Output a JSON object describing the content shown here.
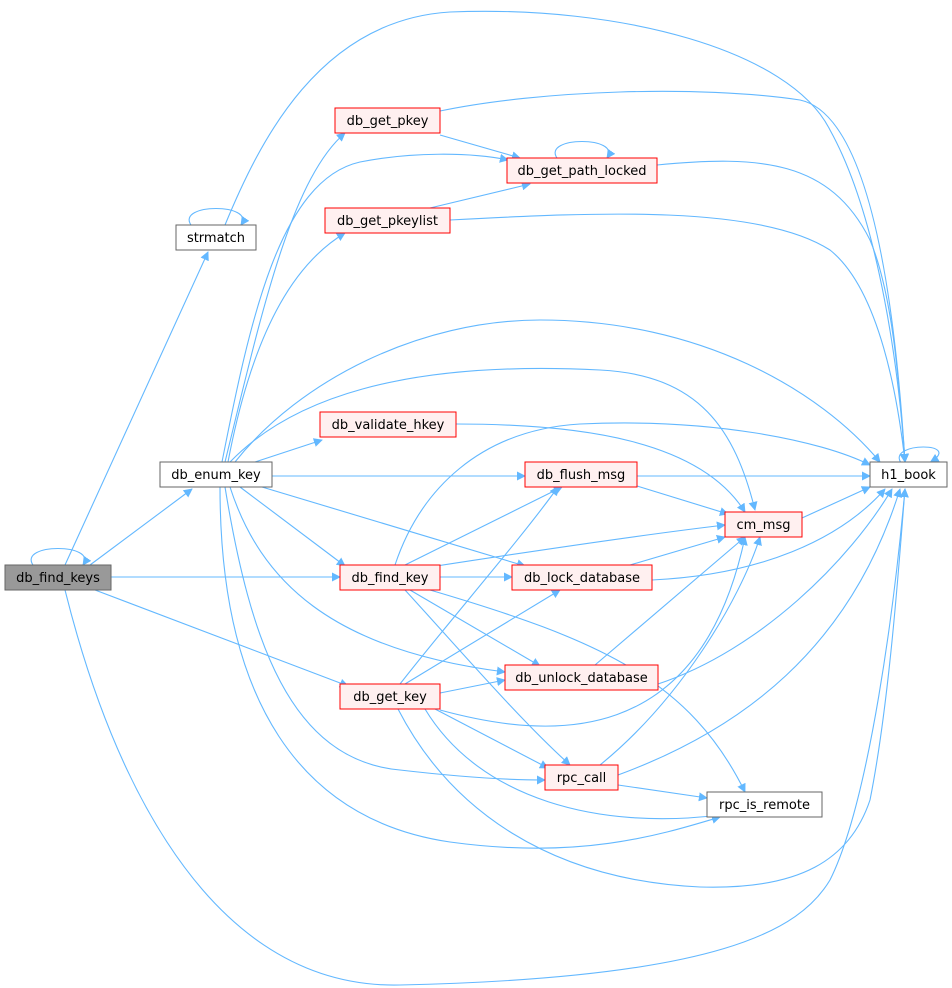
{
  "colors": {
    "edge": "#63b8ff",
    "red_border": "#ff0000",
    "red_fill": "#fff0f0",
    "plain_border": "#666666",
    "root_fill": "#999999"
  },
  "nodes": {
    "db_find_keys": {
      "label": "db_find_keys",
      "style": "root"
    },
    "strmatch": {
      "label": "strmatch",
      "style": "plain"
    },
    "db_enum_key": {
      "label": "db_enum_key",
      "style": "plain"
    },
    "db_get_pkey": {
      "label": "db_get_pkey",
      "style": "red"
    },
    "db_get_path_locked": {
      "label": "db_get_path_locked",
      "style": "red"
    },
    "db_get_pkeylist": {
      "label": "db_get_pkeylist",
      "style": "red"
    },
    "db_validate_hkey": {
      "label": "db_validate_hkey",
      "style": "red"
    },
    "db_flush_msg": {
      "label": "db_flush_msg",
      "style": "red"
    },
    "db_find_key": {
      "label": "db_find_key",
      "style": "red"
    },
    "db_lock_database": {
      "label": "db_lock_database",
      "style": "red"
    },
    "cm_msg": {
      "label": "cm_msg",
      "style": "red"
    },
    "db_unlock_database": {
      "label": "db_unlock_database",
      "style": "red"
    },
    "db_get_key": {
      "label": "db_get_key",
      "style": "red"
    },
    "rpc_call": {
      "label": "rpc_call",
      "style": "red"
    },
    "rpc_is_remote": {
      "label": "rpc_is_remote",
      "style": "plain"
    },
    "h1_book": {
      "label": "h1_book",
      "style": "plain"
    }
  },
  "edges": [
    [
      "db_find_keys",
      "db_find_keys"
    ],
    [
      "db_find_keys",
      "strmatch"
    ],
    [
      "db_find_keys",
      "db_enum_key"
    ],
    [
      "db_find_keys",
      "db_find_key"
    ],
    [
      "db_find_keys",
      "db_get_key"
    ],
    [
      "db_find_keys",
      "h1_book"
    ],
    [
      "strmatch",
      "strmatch"
    ],
    [
      "strmatch",
      "h1_book"
    ],
    [
      "db_enum_key",
      "db_get_pkey"
    ],
    [
      "db_enum_key",
      "db_get_path_locked"
    ],
    [
      "db_enum_key",
      "db_get_pkeylist"
    ],
    [
      "db_enum_key",
      "db_validate_hkey"
    ],
    [
      "db_enum_key",
      "db_flush_msg"
    ],
    [
      "db_enum_key",
      "db_find_key"
    ],
    [
      "db_enum_key",
      "db_lock_database"
    ],
    [
      "db_enum_key",
      "db_unlock_database"
    ],
    [
      "db_enum_key",
      "cm_msg"
    ],
    [
      "db_enum_key",
      "h1_book"
    ],
    [
      "db_enum_key",
      "rpc_call"
    ],
    [
      "db_enum_key",
      "rpc_is_remote"
    ],
    [
      "db_get_pkey",
      "db_get_path_locked"
    ],
    [
      "db_get_pkey",
      "h1_book"
    ],
    [
      "db_get_path_locked",
      "db_get_path_locked"
    ],
    [
      "db_get_path_locked",
      "h1_book"
    ],
    [
      "db_get_pkeylist",
      "db_get_path_locked"
    ],
    [
      "db_get_pkeylist",
      "h1_book"
    ],
    [
      "db_validate_hkey",
      "cm_msg"
    ],
    [
      "db_flush_msg",
      "cm_msg"
    ],
    [
      "db_flush_msg",
      "h1_book"
    ],
    [
      "db_find_key",
      "db_flush_msg"
    ],
    [
      "db_find_key",
      "db_lock_database"
    ],
    [
      "db_find_key",
      "cm_msg"
    ],
    [
      "db_find_key",
      "db_unlock_database"
    ],
    [
      "db_find_key",
      "rpc_call"
    ],
    [
      "db_find_key",
      "rpc_is_remote"
    ],
    [
      "db_find_key",
      "h1_book"
    ],
    [
      "db_lock_database",
      "cm_msg"
    ],
    [
      "db_lock_database",
      "h1_book"
    ],
    [
      "cm_msg",
      "h1_book"
    ],
    [
      "db_unlock_database",
      "cm_msg"
    ],
    [
      "db_unlock_database",
      "h1_book"
    ],
    [
      "db_get_key",
      "db_flush_msg"
    ],
    [
      "db_get_key",
      "db_lock_database"
    ],
    [
      "db_get_key",
      "db_unlock_database"
    ],
    [
      "db_get_key",
      "cm_msg"
    ],
    [
      "db_get_key",
      "rpc_call"
    ],
    [
      "db_get_key",
      "rpc_is_remote"
    ],
    [
      "db_get_key",
      "h1_book"
    ],
    [
      "rpc_call",
      "cm_msg"
    ],
    [
      "rpc_call",
      "rpc_is_remote"
    ],
    [
      "rpc_call",
      "h1_book"
    ],
    [
      "h1_book",
      "h1_book"
    ]
  ]
}
